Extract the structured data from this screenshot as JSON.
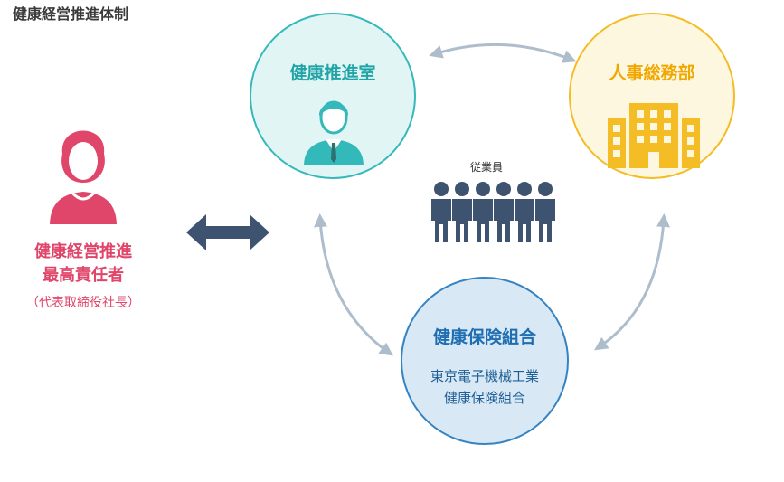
{
  "title": "健康経営推進体制",
  "ceo": {
    "line1": "健康経営推進",
    "line2": "最高責任者",
    "sub": "（代表取締役社長）"
  },
  "promotion_office": {
    "label": "健康推進室"
  },
  "hr_dept": {
    "label": "人事総務部"
  },
  "employees": {
    "label": "従業員"
  },
  "health_insurance": {
    "label": "健康保険組合",
    "sub_line1": "東京電子機械工業",
    "sub_line2": "健康保険組合"
  },
  "colors": {
    "ceo": "#e0456a",
    "promotion": "#34b9ba",
    "hr": "#f4bc25",
    "insurance": "#3483c3",
    "arrow_dark": "#3e5370",
    "arrow_light": "#aebdcc",
    "employee": "#3e5370"
  },
  "icons": {
    "ceo": "person-icon",
    "promotion": "businessman-icon",
    "hr": "building-icon",
    "employees": "group-people-icon"
  }
}
